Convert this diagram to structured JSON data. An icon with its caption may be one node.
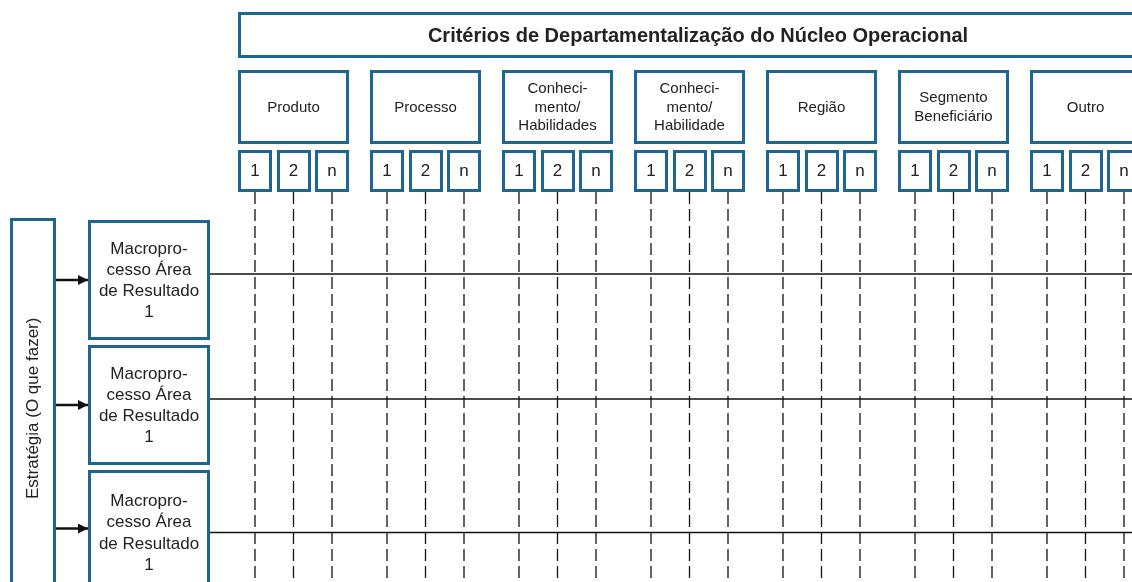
{
  "diagram": {
    "nodes": [
      {
        "text": [
          "Critérios de Departamentalização do Núcleo Operacional"
        ]
      },
      {
        "text": [
          "Produto"
        ]
      },
      {
        "text": [
          "Processo"
        ]
      },
      {
        "text": [
          "Conheci- mento/ Habilidades"
        ]
      },
      {
        "text": [
          "Conheci- mento/ Habilidade"
        ]
      },
      {
        "text": [
          "Região"
        ]
      },
      {
        "text": [
          "Segmento Beneficiário"
        ]
      },
      {
        "text": [
          "Outro"
        ]
      },
      {
        "text": [
          "1"
        ]
      },
      {
        "text": [
          "2"
        ]
      },
      {
        "text": [
          "n"
        ]
      },
      {
        "text": [
          "1"
        ]
      },
      {
        "text": [
          "2"
        ]
      },
      {
        "text": [
          "n"
        ]
      },
      {
        "text": [
          "1"
        ]
      },
      {
        "text": [
          "2"
        ]
      },
      {
        "text": [
          "n"
        ]
      },
      {
        "text": [
          "1"
        ]
      },
      {
        "text": [
          "2"
        ]
      },
      {
        "text": [
          "n"
        ]
      },
      {
        "text": [
          "1"
        ]
      },
      {
        "text": [
          "2"
        ]
      },
      {
        "text": [
          "n"
        ]
      },
      {
        "text": [
          "1"
        ]
      },
      {
        "text": [
          "2"
        ]
      },
      {
        "text": [
          "n"
        ]
      },
      {
        "text": [
          "1"
        ]
      },
      {
        "text": [
          "2"
        ]
      },
      {
        "text": [
          "n"
        ]
      },
      {
        "text": [
          "Estratégia (O que fazer)"
        ]
      },
      {
        "text": [
          "Macropro- cesso Área de Resultado 1"
        ]
      },
      {
        "text": [
          "Macropro- cesso Área de Resultado 1"
        ]
      },
      {
        "text": [
          "Macropro- cesso Área de Resultado 1"
        ]
      }
    ],
    "edges": [
      {
        "from": 29,
        "to": 30,
        "arrow": "to"
      },
      {
        "from": 29,
        "to": 31,
        "arrow": "to"
      },
      {
        "from": 29,
        "to": 32,
        "arrow": "to"
      },
      {
        "from": 30,
        "to": null,
        "arrow": "none"
      },
      {
        "from": 31,
        "to": null,
        "arrow": "none"
      },
      {
        "from": 32,
        "to": null,
        "arrow": "none"
      },
      {
        "from": 8,
        "to": null,
        "arrow": "none",
        "style": "dashed"
      },
      {
        "from": 9,
        "to": null,
        "arrow": "none",
        "style": "dashed"
      },
      {
        "from": 10,
        "to": null,
        "arrow": "none",
        "style": "dashed"
      },
      {
        "from": 11,
        "to": null,
        "arrow": "none",
        "style": "dashed"
      },
      {
        "from": 12,
        "to": null,
        "arrow": "none",
        "style": "dashed"
      },
      {
        "from": 13,
        "to": null,
        "arrow": "none",
        "style": "dashed"
      },
      {
        "from": 14,
        "to": null,
        "arrow": "none",
        "style": "dashed"
      },
      {
        "from": 15,
        "to": null,
        "arrow": "none",
        "style": "dashed"
      },
      {
        "from": 16,
        "to": null,
        "arrow": "none",
        "style": "dashed"
      },
      {
        "from": 17,
        "to": null,
        "arrow": "none",
        "style": "dashed"
      },
      {
        "from": 18,
        "to": null,
        "arrow": "none",
        "style": "dashed"
      },
      {
        "from": 19,
        "to": null,
        "arrow": "none",
        "style": "dashed"
      },
      {
        "from": 20,
        "to": null,
        "arrow": "none",
        "style": "dashed"
      },
      {
        "from": 21,
        "to": null,
        "arrow": "none",
        "style": "dashed"
      },
      {
        "from": 22,
        "to": null,
        "arrow": "none",
        "style": "dashed"
      },
      {
        "from": 23,
        "to": null,
        "arrow": "none",
        "style": "dashed"
      },
      {
        "from": 24,
        "to": null,
        "arrow": "none",
        "style": "dashed"
      },
      {
        "from": 25,
        "to": null,
        "arrow": "none",
        "style": "dashed"
      },
      {
        "from": 26,
        "to": null,
        "arrow": "none",
        "style": "dashed"
      },
      {
        "from": 27,
        "to": null,
        "arrow": "none",
        "style": "dashed"
      },
      {
        "from": 28,
        "to": null,
        "arrow": "none",
        "style": "dashed"
      }
    ]
  }
}
